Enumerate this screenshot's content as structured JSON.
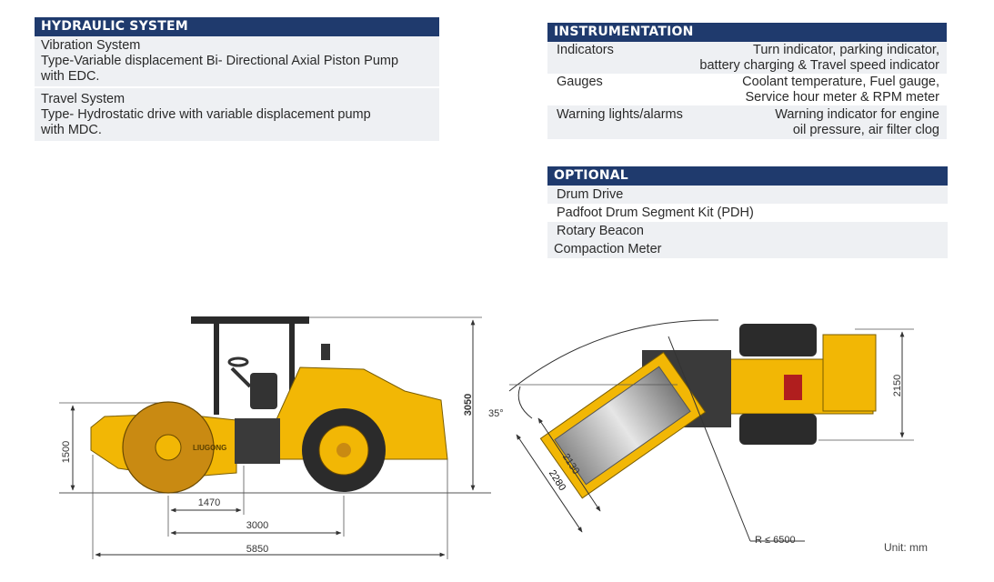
{
  "hydraulic": {
    "title": "HYDRAULIC SYSTEM",
    "vibration_label": "Vibration System",
    "vibration_type_1": "Type-Variable displacement Bi- Directional Axial Piston Pump",
    "vibration_type_2": "with EDC.",
    "travel_label": "Travel System",
    "travel_type_1": "Type- Hydrostatic drive with variable displacement pump",
    "travel_type_2": "with MDC."
  },
  "instrumentation": {
    "title": "INSTRUMENTATION",
    "rows": [
      {
        "label": "Indicators",
        "line1": "Turn indicator, parking indicator,",
        "line2": "battery charging & Travel  speed indicator"
      },
      {
        "label": "Gauges",
        "line1": "Coolant temperature,  Fuel gauge,",
        "line2": "Service hour meter & RPM meter"
      },
      {
        "label": "Warning lights/alarms",
        "line1": "Warning indicator for engine",
        "line2": "oil pressure, air filter clog"
      }
    ]
  },
  "optional": {
    "title": "OPTIONAL",
    "items": [
      "Drum Drive",
      "Padfoot Drum Segment Kit (PDH)",
      "Rotary Beacon",
      "Compaction Meter"
    ]
  },
  "diagram": {
    "side": {
      "height_total": "3050",
      "drum_height": "1500",
      "drum_to_center": "1470",
      "wheelbase": "3000",
      "length": "5850",
      "brand": "LIUGONG"
    },
    "top": {
      "angle": "35°",
      "drum_width": "2130",
      "overall_width": "2280",
      "body_width": "2150",
      "radius": "R ≤ 6500"
    },
    "unit": "Unit: mm"
  },
  "colors": {
    "header": "#1f3a6d",
    "machine": "#f2b705",
    "row": "#eef0f3"
  }
}
